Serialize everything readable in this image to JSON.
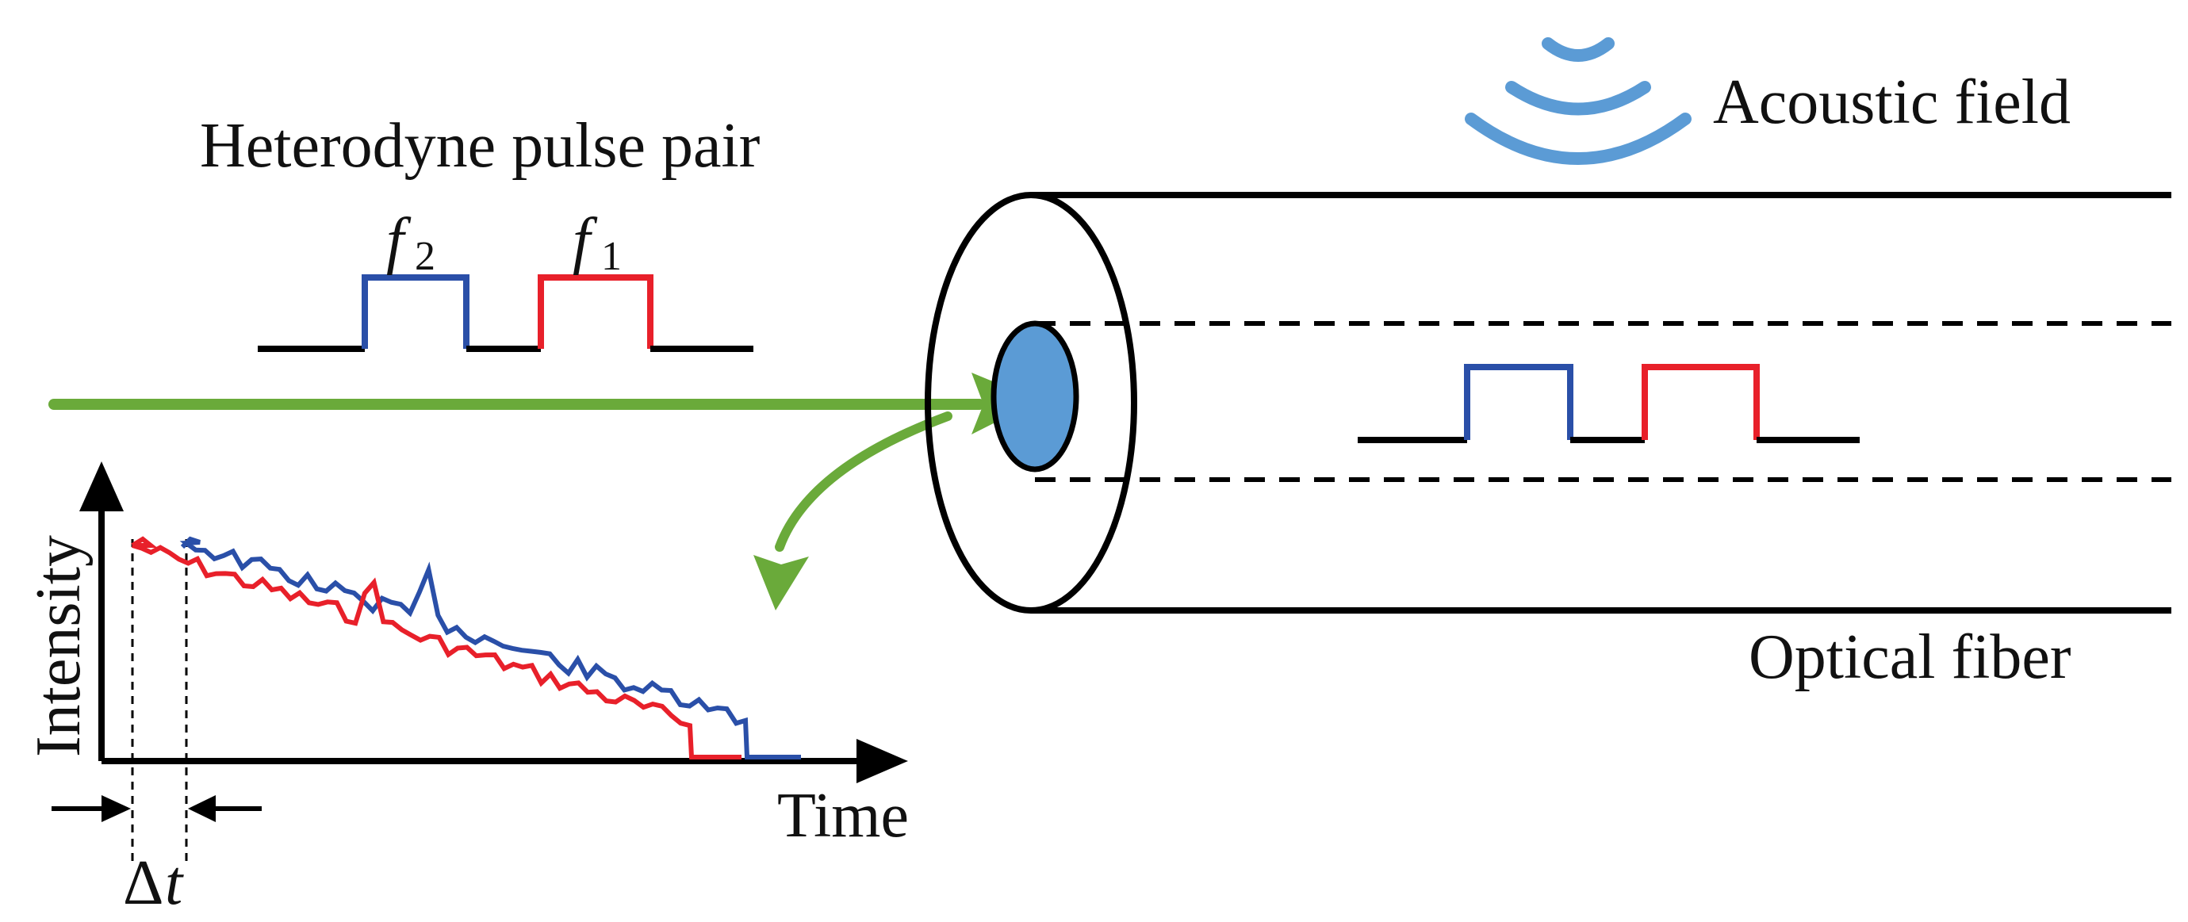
{
  "labels": {
    "pulse_pair": "Heterodyne pulse pair",
    "f2_symbol": "f",
    "f2_sub": "2",
    "f1_symbol": "f",
    "f1_sub": "1",
    "acoustic_field": "Acoustic field",
    "optical_fiber": "Optical fiber",
    "y_axis": "Intensity",
    "x_axis": "Time",
    "delta_symbol": "Δ",
    "delta_var": "t"
  },
  "colors": {
    "f1_pulse": "#e8202a",
    "f2_pulse": "#2a4fa8",
    "arrow_green": "#6aaa3a",
    "core_blue": "#5b9bd5",
    "acoustic_blue": "#5b9bd5",
    "line_black": "#000000"
  },
  "icons": {
    "acoustic": "acoustic-wave-icon"
  }
}
